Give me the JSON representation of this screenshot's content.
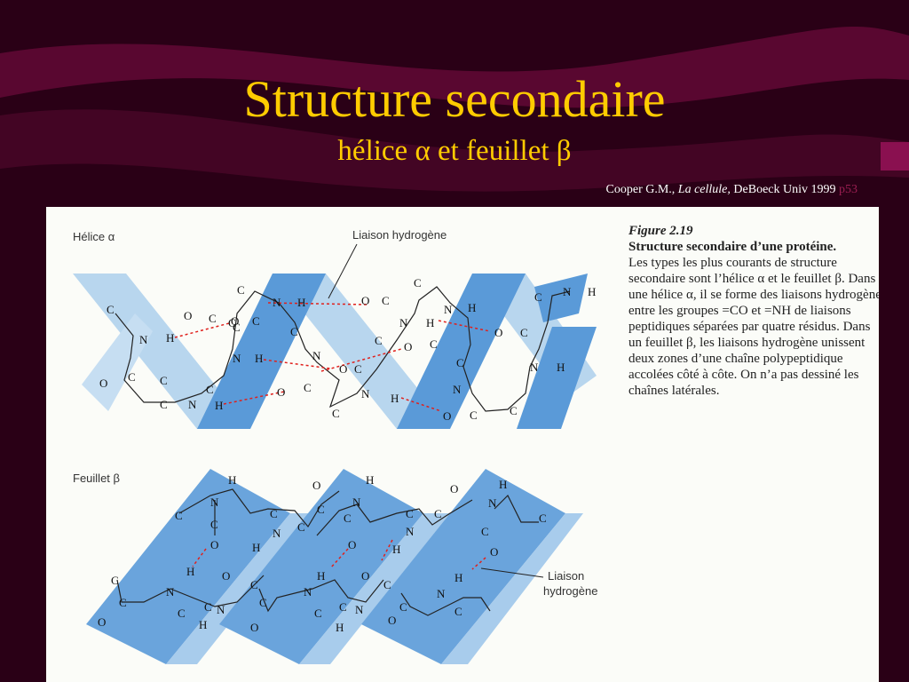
{
  "slide": {
    "title": "Structure secondaire",
    "subtitle": "hélice α et feuillet β",
    "citation": {
      "author": "Cooper G.M., ",
      "book": "La cellule,",
      "publisher": " DeBoeck Univ 1999 ",
      "page": "p53"
    }
  },
  "figure": {
    "helix_label": "Hélice α",
    "sheet_label": "Feuillet β",
    "hbond_label_top": "Liaison hydrogène",
    "hbond_label_bottom_1": "Liaison",
    "hbond_label_bottom_2": "hydrogène",
    "caption": {
      "number": "Figure 2.19",
      "title": "Structure secondaire d’une protéine.",
      "body": "Les types les plus courants de structure secondaire sont l’hélice α et le feuillet β. Dans une hélice α, il se forme des liaisons hydrogène entre les groupes =CO et =NH de liaisons peptidiques séparées par quatre résidus. Dans un feuillet β, les liaisons hydrogène unissent deux zones d’une chaîne polypeptidique accolées côté à côte. On n’a pas dessiné les chaînes latérales."
    },
    "atoms": {
      "c": "C",
      "n": "N",
      "o": "O",
      "h": "H"
    }
  },
  "colors": {
    "background": "#2a0016",
    "title": "#ffcc00",
    "ribbon_light": "#b8d6ee",
    "ribbon_dark": "#5a9ad8",
    "hbond": "#e0201c"
  }
}
